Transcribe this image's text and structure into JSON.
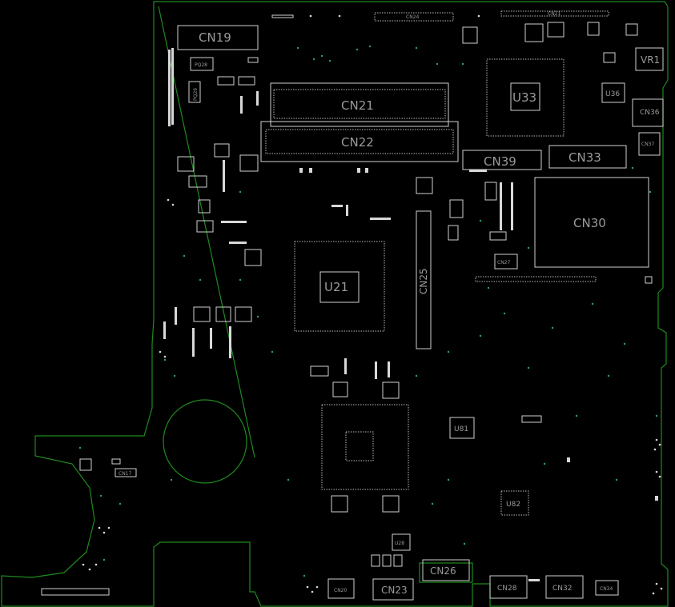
{
  "colors": {
    "background": "#000000",
    "board_edge": "#1f8a1f",
    "silkscreen": "#cfcfcf",
    "label": "#9a9a9a",
    "via": "#2f9a8a"
  },
  "labels": {
    "cn19": "CN19",
    "cn24": "CN24",
    "cn21_top": "CN21",
    "cn21": "CN21",
    "cn22": "CN22",
    "cn39": "CN39",
    "cn33": "CN33",
    "cn30": "CN30",
    "cn36": "CN36",
    "cn37": "CN37",
    "u33": "U33",
    "u36": "U36",
    "vr1": "VR1",
    "u21": "U21",
    "cn25": "CN25",
    "u81": "U81",
    "u82": "U82",
    "u28": "U28",
    "cn26": "CN26",
    "cn17": "CN17",
    "cn20": "CN20",
    "cn23": "CN23",
    "cn28": "CN28",
    "cn32": "CN32",
    "cn34": "CN34",
    "cn27": "CN27",
    "pq28": "PQ28",
    "pq29": "PQ29"
  }
}
